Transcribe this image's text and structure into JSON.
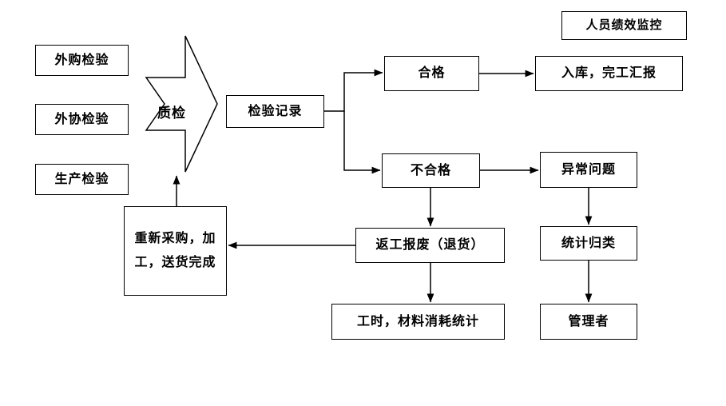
{
  "diagram": {
    "kind": "flowchart",
    "colors": {
      "line": "#000000",
      "box_background": "#ffffff",
      "text": "#000000"
    },
    "nodes": {
      "performance_monitor": {
        "label": "人员绩效监控"
      },
      "purchase_inspection": {
        "label": "外购检验"
      },
      "outsource_inspection": {
        "label": "外协检验"
      },
      "production_inspection": {
        "label": "生产检验"
      },
      "quality_check": {
        "label": "质检"
      },
      "inspection_record": {
        "label": "检验记录"
      },
      "qualified": {
        "label": "合格"
      },
      "warehouse_report": {
        "label": "入库，完工汇报"
      },
      "unqualified": {
        "label": "不合格"
      },
      "abnormal_issue": {
        "label": "异常问题"
      },
      "rework_scrap": {
        "label": "返工报废（退货）"
      },
      "statistics_classify": {
        "label": "统计归类"
      },
      "repurchase": {
        "label": "重新采购，加工，送货完成"
      },
      "labor_material_stats": {
        "label": "工时，材料消耗统计"
      },
      "manager": {
        "label": "管理者"
      }
    },
    "edges": [
      {
        "from": "inspection_record",
        "to": "qualified"
      },
      {
        "from": "inspection_record",
        "to": "unqualified"
      },
      {
        "from": "qualified",
        "to": "warehouse_report"
      },
      {
        "from": "unqualified",
        "to": "abnormal_issue"
      },
      {
        "from": "unqualified",
        "to": "rework_scrap"
      },
      {
        "from": "abnormal_issue",
        "to": "statistics_classify"
      },
      {
        "from": "statistics_classify",
        "to": "manager"
      },
      {
        "from": "rework_scrap",
        "to": "labor_material_stats"
      },
      {
        "from": "rework_scrap",
        "to": "repurchase"
      },
      {
        "from": "repurchase",
        "to": "quality_check"
      }
    ]
  }
}
